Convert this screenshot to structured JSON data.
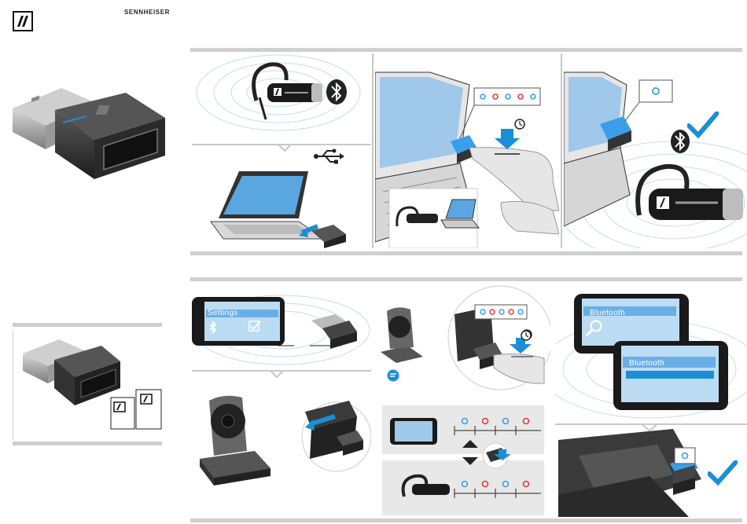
{
  "header": {
    "brand": "SENNHEISER"
  },
  "phone_ui": {
    "settings_label": "Settings",
    "bluetooth_label_top": "Bluetooth",
    "bluetooth_label_bottom": "Bluetooth"
  },
  "icons": {
    "logo": "sennheiser-logo-icon",
    "usb": "usb-symbol-icon",
    "bluetooth": "bluetooth-icon",
    "check": "checkmark-icon",
    "timer": "timer-icon",
    "chat": "chat-bubble-icon",
    "search": "magnifier-icon"
  },
  "colors": {
    "accent_blue": "#1b8fd6",
    "led_red": "#e23b3b",
    "led_blue": "#3a9ee8",
    "panel_bar": "#cfcfcf"
  }
}
